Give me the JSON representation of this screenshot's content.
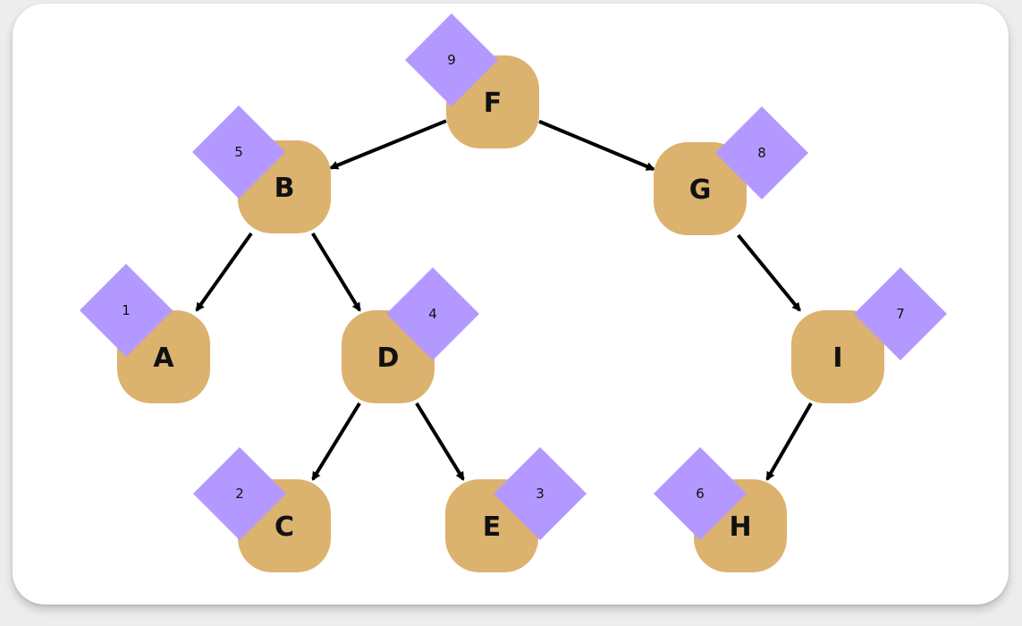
{
  "diagram": {
    "colors": {
      "node_fill": "#dcb26f",
      "badge_fill": "#b399ff",
      "edge": "#000000"
    },
    "nodes": [
      {
        "id": "F",
        "label": "F",
        "badge": "9"
      },
      {
        "id": "B",
        "label": "B",
        "badge": "5"
      },
      {
        "id": "G",
        "label": "G",
        "badge": "8"
      },
      {
        "id": "A",
        "label": "A",
        "badge": "1"
      },
      {
        "id": "D",
        "label": "D",
        "badge": "4"
      },
      {
        "id": "I",
        "label": "I",
        "badge": "7"
      },
      {
        "id": "C",
        "label": "C",
        "badge": "2"
      },
      {
        "id": "E",
        "label": "E",
        "badge": "3"
      },
      {
        "id": "H",
        "label": "H",
        "badge": "6"
      }
    ],
    "edges": [
      {
        "from": "F",
        "to": "B"
      },
      {
        "from": "F",
        "to": "G"
      },
      {
        "from": "B",
        "to": "A"
      },
      {
        "from": "B",
        "to": "D"
      },
      {
        "from": "G",
        "to": "I"
      },
      {
        "from": "D",
        "to": "C"
      },
      {
        "from": "D",
        "to": "E"
      },
      {
        "from": "I",
        "to": "H"
      }
    ]
  }
}
